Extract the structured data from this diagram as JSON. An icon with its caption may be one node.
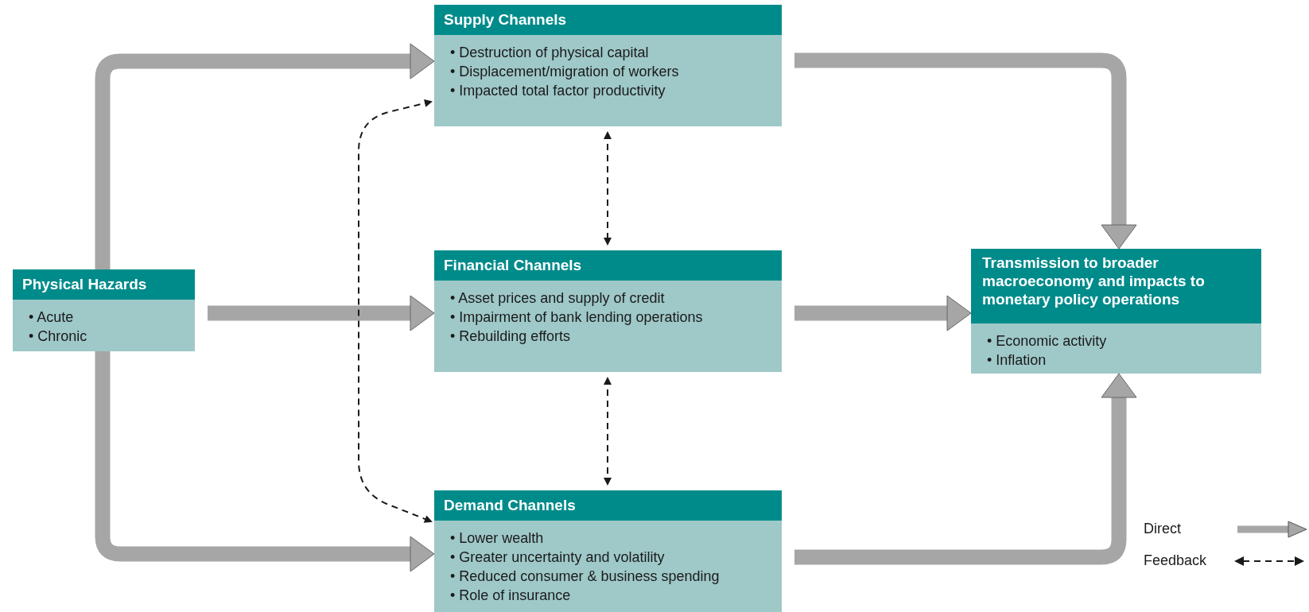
{
  "diagram": {
    "nodes": [
      {
        "text": [
          "Physical Hazards",
          "• Acute",
          "• Chronic"
        ]
      },
      {
        "text": [
          "Supply Channels",
          "• Destruction of physical capital",
          "• Displacement/migration of workers",
          "• Impacted total factor productivity"
        ]
      },
      {
        "text": [
          "Financial Channels",
          "• Asset prices and supply of credit",
          "• Impairment of bank lending operations",
          "• Rebuilding efforts"
        ]
      },
      {
        "text": [
          "Demand Channels",
          "• Lower wealth",
          "• Greater uncertainty and volatility",
          "• Reduced consumer & business spending",
          "• Role of insurance"
        ]
      },
      {
        "text": [
          "Transmission to broader macroeconomy and impacts to monetary policy operations",
          "• Economic activity",
          "• Inflation"
        ]
      }
    ],
    "edges": [
      {
        "from": 0,
        "to": 1,
        "arrow": "to"
      },
      {
        "from": 0,
        "to": 2,
        "arrow": "to"
      },
      {
        "from": 0,
        "to": 3,
        "arrow": "to"
      },
      {
        "from": 1,
        "to": 4,
        "arrow": "to"
      },
      {
        "from": 2,
        "to": 4,
        "arrow": "to"
      },
      {
        "from": 3,
        "to": 4,
        "arrow": "to"
      },
      {
        "from": 1,
        "to": 2,
        "arrow": "both",
        "style": "dashed",
        "color": "#1a1a1a"
      },
      {
        "from": 2,
        "to": 3,
        "arrow": "both",
        "style": "dashed",
        "color": "#1a1a1a"
      },
      {
        "from": 1,
        "to": 3,
        "arrow": "both",
        "style": "dashed",
        "color": "#1a1a1a"
      }
    ],
    "legend": [
      {
        "text": "Direct"
      },
      {
        "text": "Feedback"
      }
    ]
  }
}
